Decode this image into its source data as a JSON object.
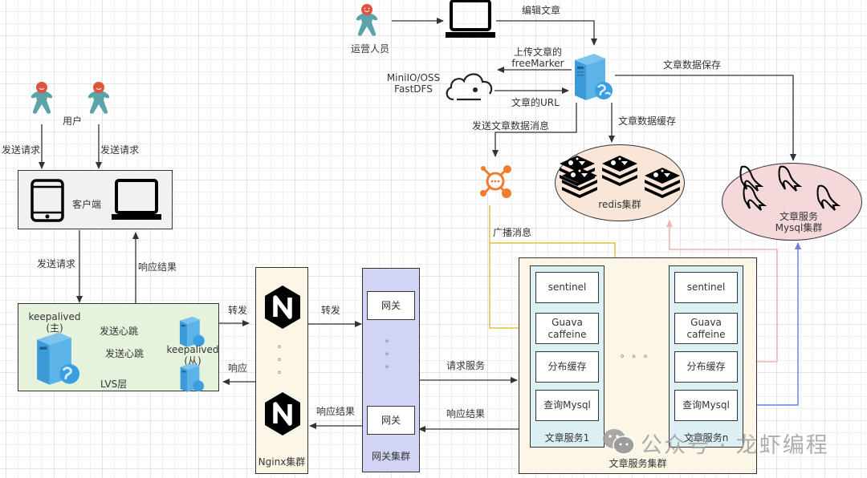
{
  "operator": {
    "label": "运营人员",
    "edit_label": "编辑文章"
  },
  "storage": {
    "name_line1": "MiniIO/OSS",
    "name_line2": "FastDFS",
    "upload_line1": "上传文章的",
    "upload_line2": "freeMarker",
    "url_label": "文章的URL"
  },
  "edges": {
    "save_label": "文章数据保存",
    "cache_label": "文章数据缓存",
    "send_msg_label": "发送文章数据消息",
    "broadcast_label": "广播消息",
    "request_service_label": "请求服务",
    "response_result_label": "响应结果",
    "forward_label": "转发",
    "response_label": "响应",
    "send_request_label": "发送请求",
    "heartbeat_label": "发送心跳"
  },
  "redis": {
    "label": "redis集群"
  },
  "mysql": {
    "line1": "文章服务",
    "line2": "Mysql集群"
  },
  "users": {
    "label": "用户"
  },
  "client": {
    "label": "客户端"
  },
  "lvs": {
    "label": "LVS层",
    "master_line1": "keepalived",
    "master_line2": "(主)",
    "slave_line1": "keepalived",
    "slave_line2": "(从)"
  },
  "nginx": {
    "label": "Nginx集群",
    "dots": "。"
  },
  "gateway": {
    "label": "网关集群",
    "item_label": "网关",
    "dots": "。"
  },
  "services": {
    "cluster_label": "文章服务集群",
    "ellipsis": "。 。 。",
    "columns": [
      {
        "label": "文章服务1",
        "items": [
          "sentinel",
          "Guava\ncaffeine",
          "分布缓存",
          "查询Mysql"
        ]
      },
      {
        "label": "文章服务n",
        "items": [
          "sentinel",
          "Guava\ncaffeine",
          "分布缓存",
          "查询Mysql"
        ]
      }
    ]
  },
  "colors": {
    "line": "#333333",
    "broadcast": "#e0c040",
    "redis_link": "#f0b4b4",
    "mysql_link": "#6f7fe8",
    "server_blue": "#3d9ad8",
    "person_head": "#e0533e",
    "person_body": "#5aa3a8",
    "mq_orange": "#f07d2e"
  },
  "watermark": {
    "text": "公众号 · 龙虾编程"
  }
}
